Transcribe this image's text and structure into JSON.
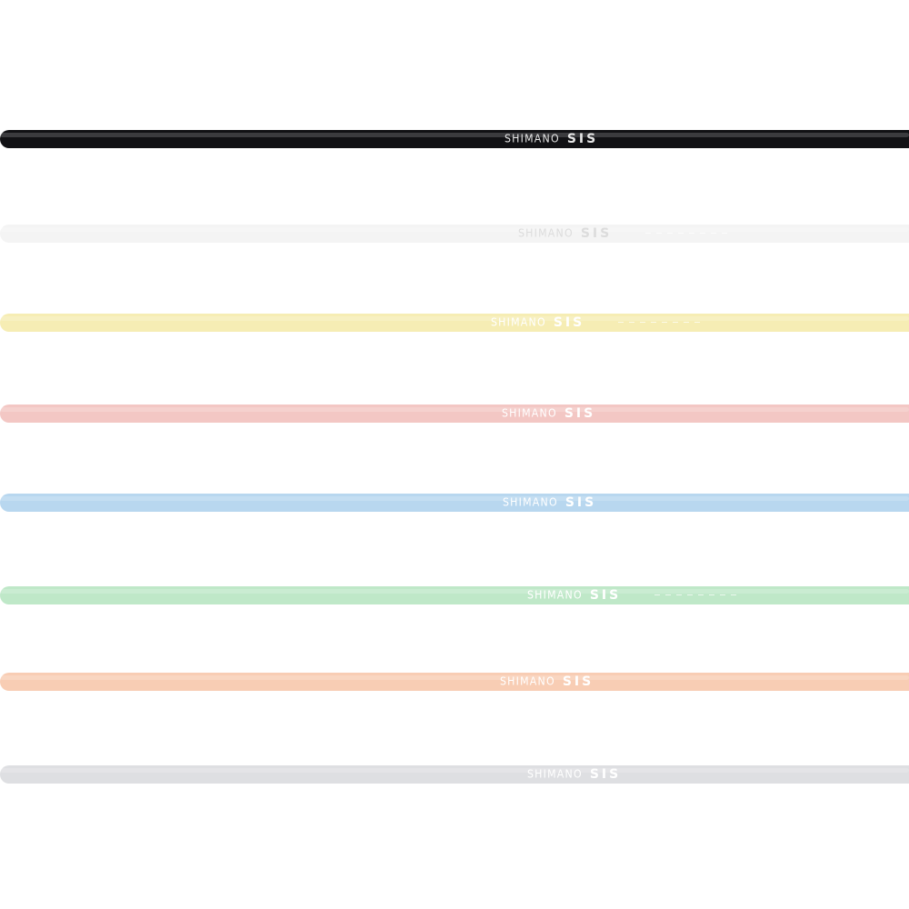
{
  "cables": [
    {
      "id": "black",
      "color": "#111114",
      "text_color": "#e6e6e6",
      "brand": "SHIMANO",
      "model": "SIS"
    },
    {
      "id": "white",
      "color": "#f4f4f4",
      "text_color": "#dcdcdc",
      "brand": "SHIMANO",
      "model": "SIS"
    },
    {
      "id": "yellow",
      "color": "#f6edb4",
      "text_color": "#ffffff",
      "brand": "SHIMANO",
      "model": "SIS"
    },
    {
      "id": "pink",
      "color": "#f3c7c4",
      "text_color": "#ffffff",
      "brand": "SHIMANO",
      "model": "SIS"
    },
    {
      "id": "blue",
      "color": "#b8d7ef",
      "text_color": "#ffffff",
      "brand": "SHIMANO",
      "model": "SIS"
    },
    {
      "id": "green",
      "color": "#bfe8c8",
      "text_color": "#ffffff",
      "brand": "SHIMANO",
      "model": "SIS"
    },
    {
      "id": "orange",
      "color": "#f8cdb4",
      "text_color": "#ffffff",
      "brand": "SHIMANO",
      "model": "SIS"
    },
    {
      "id": "silver",
      "color": "#dedfe2",
      "text_color": "#ffffff",
      "brand": "SHIMANO",
      "model": "SIS"
    }
  ]
}
